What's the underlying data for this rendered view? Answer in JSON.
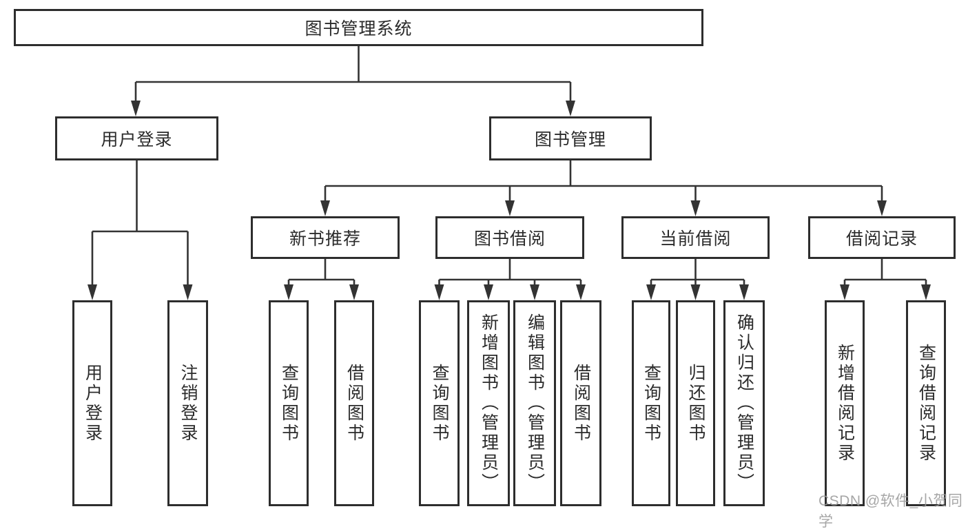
{
  "diagram": {
    "colors": {
      "background": "#ffffff",
      "box_border": "#2d2d2d",
      "line": "#333333",
      "text": "#2b2b2b",
      "watermark": "#9a9a9a"
    },
    "tree": {
      "label": "图书管理系统",
      "children": [
        {
          "label": "用户登录",
          "children": [
            {
              "label": "用户登录"
            },
            {
              "label": "注销登录"
            }
          ]
        },
        {
          "label": "图书管理",
          "children": [
            {
              "label": "新书推荐",
              "children": [
                {
                  "label": "查询图书"
                },
                {
                  "label": "借阅图书"
                }
              ]
            },
            {
              "label": "图书借阅",
              "children": [
                {
                  "label": "查询图书"
                },
                {
                  "label": "新增图书（管理员）"
                },
                {
                  "label": "编辑图书（管理员）"
                },
                {
                  "label": "借阅图书"
                }
              ]
            },
            {
              "label": "当前借阅",
              "children": [
                {
                  "label": "查询图书"
                },
                {
                  "label": "归还图书"
                },
                {
                  "label": "确认归还（管理员）"
                }
              ]
            },
            {
              "label": "借阅记录",
              "children": [
                {
                  "label": "新增借阅记录"
                },
                {
                  "label": "查询借阅记录"
                }
              ]
            }
          ]
        }
      ]
    }
  },
  "watermark": {
    "text": "CSDN @软件_小贺同学"
  }
}
